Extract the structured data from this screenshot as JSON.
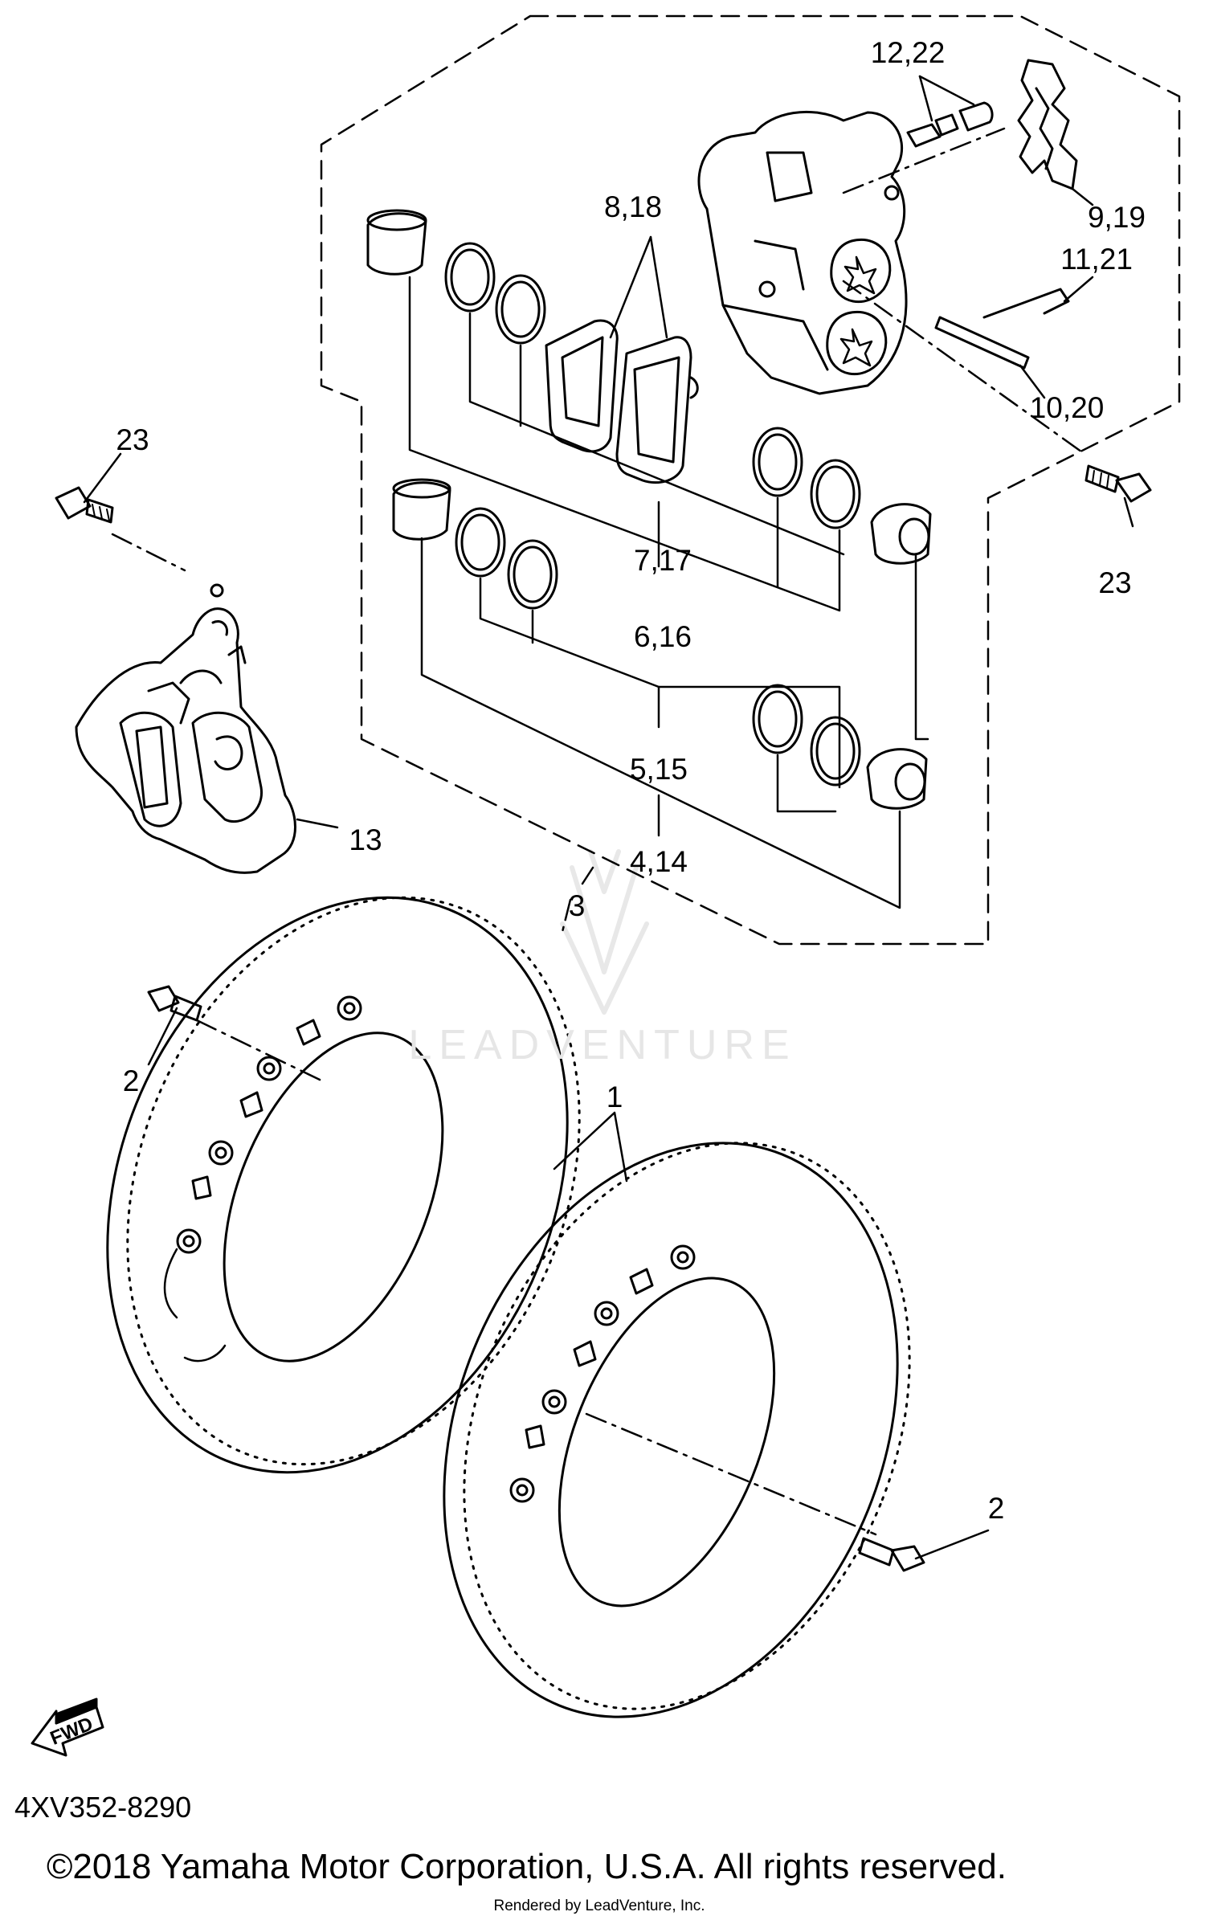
{
  "callouts": {
    "c1": "1",
    "c2a": "2",
    "c2b": "2",
    "c3": "3",
    "c4_14": "4,14",
    "c5_15": "5,15",
    "c6_16": "6,16",
    "c7_17": "7,17",
    "c8_18": "8,18",
    "c9_19": "9,19",
    "c10_20": "10,20",
    "c11_21": "11,21",
    "c12_22": "12,22",
    "c13": "13",
    "c23a": "23",
    "c23b": "23"
  },
  "fwd_label": "FWD",
  "diagram_code": "4XV352-8290",
  "copyright": "©2018 Yamaha Motor Corporation, U.S.A. All rights reserved.",
  "rendered_by": "Rendered by LeadVenture, Inc.",
  "watermark": "LEADVENTURE"
}
